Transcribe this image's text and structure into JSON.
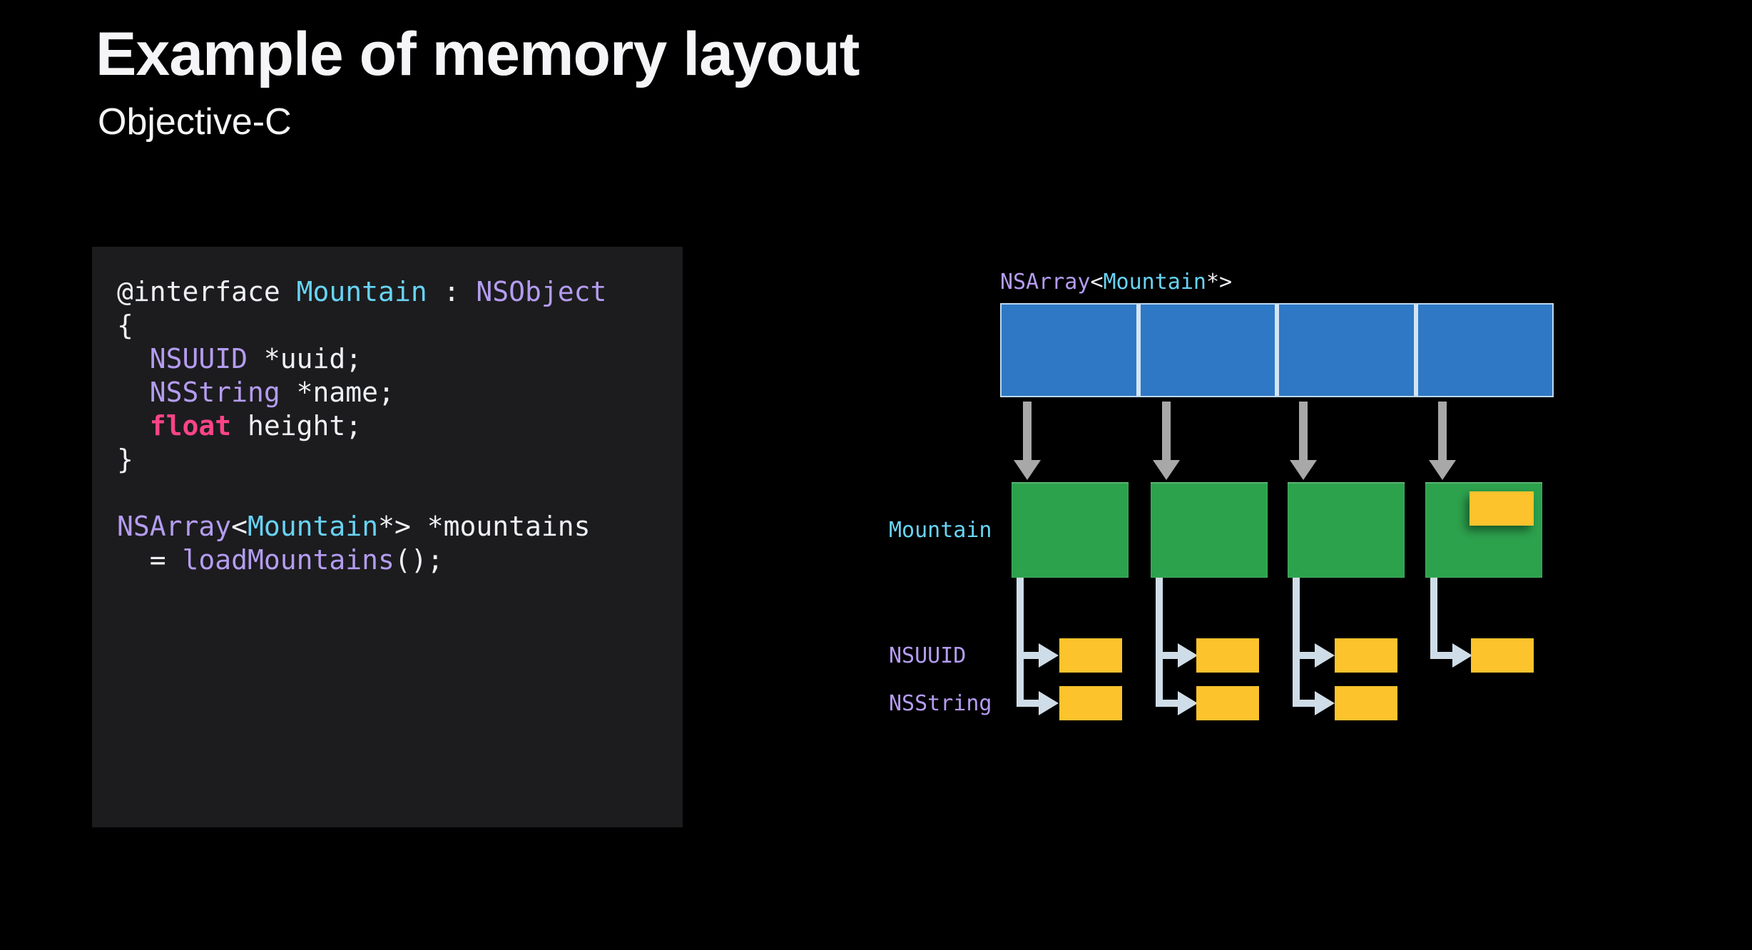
{
  "slide": {
    "title": "Example of memory layout",
    "subtitle": "Objective-C"
  },
  "colors": {
    "background": "#000000",
    "code_panel_bg": "#1c1c1e",
    "text": "#f5f5f7",
    "code_plain": "#eef0f3",
    "type_cyan": "#68d3f4",
    "class_lavender": "#b49cf0",
    "keyword_pink": "#fd4487",
    "array_blue": "#2e78c5",
    "cell_separator": "#d5e4f2",
    "object_green": "#2da24d",
    "value_yellow": "#fcc32d",
    "arrow_gray": "#a8a8a8",
    "arrow_light": "#cfdde8"
  },
  "code": {
    "lines": [
      {
        "segments": [
          {
            "text": "@interface ",
            "style": "plain"
          },
          {
            "text": "Mountain",
            "style": "type"
          },
          {
            "text": " : ",
            "style": "plain"
          },
          {
            "text": "NSObject",
            "style": "class"
          }
        ]
      },
      {
        "segments": [
          {
            "text": "{",
            "style": "plain"
          }
        ]
      },
      {
        "segments": [
          {
            "text": "  ",
            "style": "plain"
          },
          {
            "text": "NSUUID",
            "style": "class"
          },
          {
            "text": " *uuid;",
            "style": "plain"
          }
        ]
      },
      {
        "segments": [
          {
            "text": "  ",
            "style": "plain"
          },
          {
            "text": "NSString",
            "style": "class"
          },
          {
            "text": " *name;",
            "style": "plain"
          }
        ]
      },
      {
        "segments": [
          {
            "text": "  ",
            "style": "plain"
          },
          {
            "text": "float",
            "style": "keyword"
          },
          {
            "text": " height;",
            "style": "plain"
          }
        ]
      },
      {
        "segments": [
          {
            "text": "}",
            "style": "plain"
          }
        ]
      },
      {
        "segments": []
      },
      {
        "segments": [
          {
            "text": "NSArray",
            "style": "class"
          },
          {
            "text": "<",
            "style": "plain"
          },
          {
            "text": "Mountain",
            "style": "type"
          },
          {
            "text": "*> *mountains",
            "style": "plain"
          }
        ]
      },
      {
        "segments": [
          {
            "text": "  = ",
            "style": "plain"
          },
          {
            "text": "loadMountains",
            "style": "class"
          },
          {
            "text": "();",
            "style": "plain"
          }
        ]
      }
    ]
  },
  "diagram": {
    "array_label": {
      "segments": [
        {
          "text": "NSArray",
          "style": "class"
        },
        {
          "text": "<",
          "style": "plain"
        },
        {
          "text": "Mountain",
          "style": "type"
        },
        {
          "text": "*>",
          "style": "plain"
        }
      ]
    },
    "row_labels": {
      "mountain": "Mountain",
      "nsuuid": "NSUUID",
      "nsstring": "NSString"
    },
    "counts": {
      "array_cells": 4,
      "mountain_objects": 4,
      "nsuuid_value_boxes": 4,
      "nsstring_value_boxes": 3,
      "inline_float_value_boxes": 1
    }
  }
}
